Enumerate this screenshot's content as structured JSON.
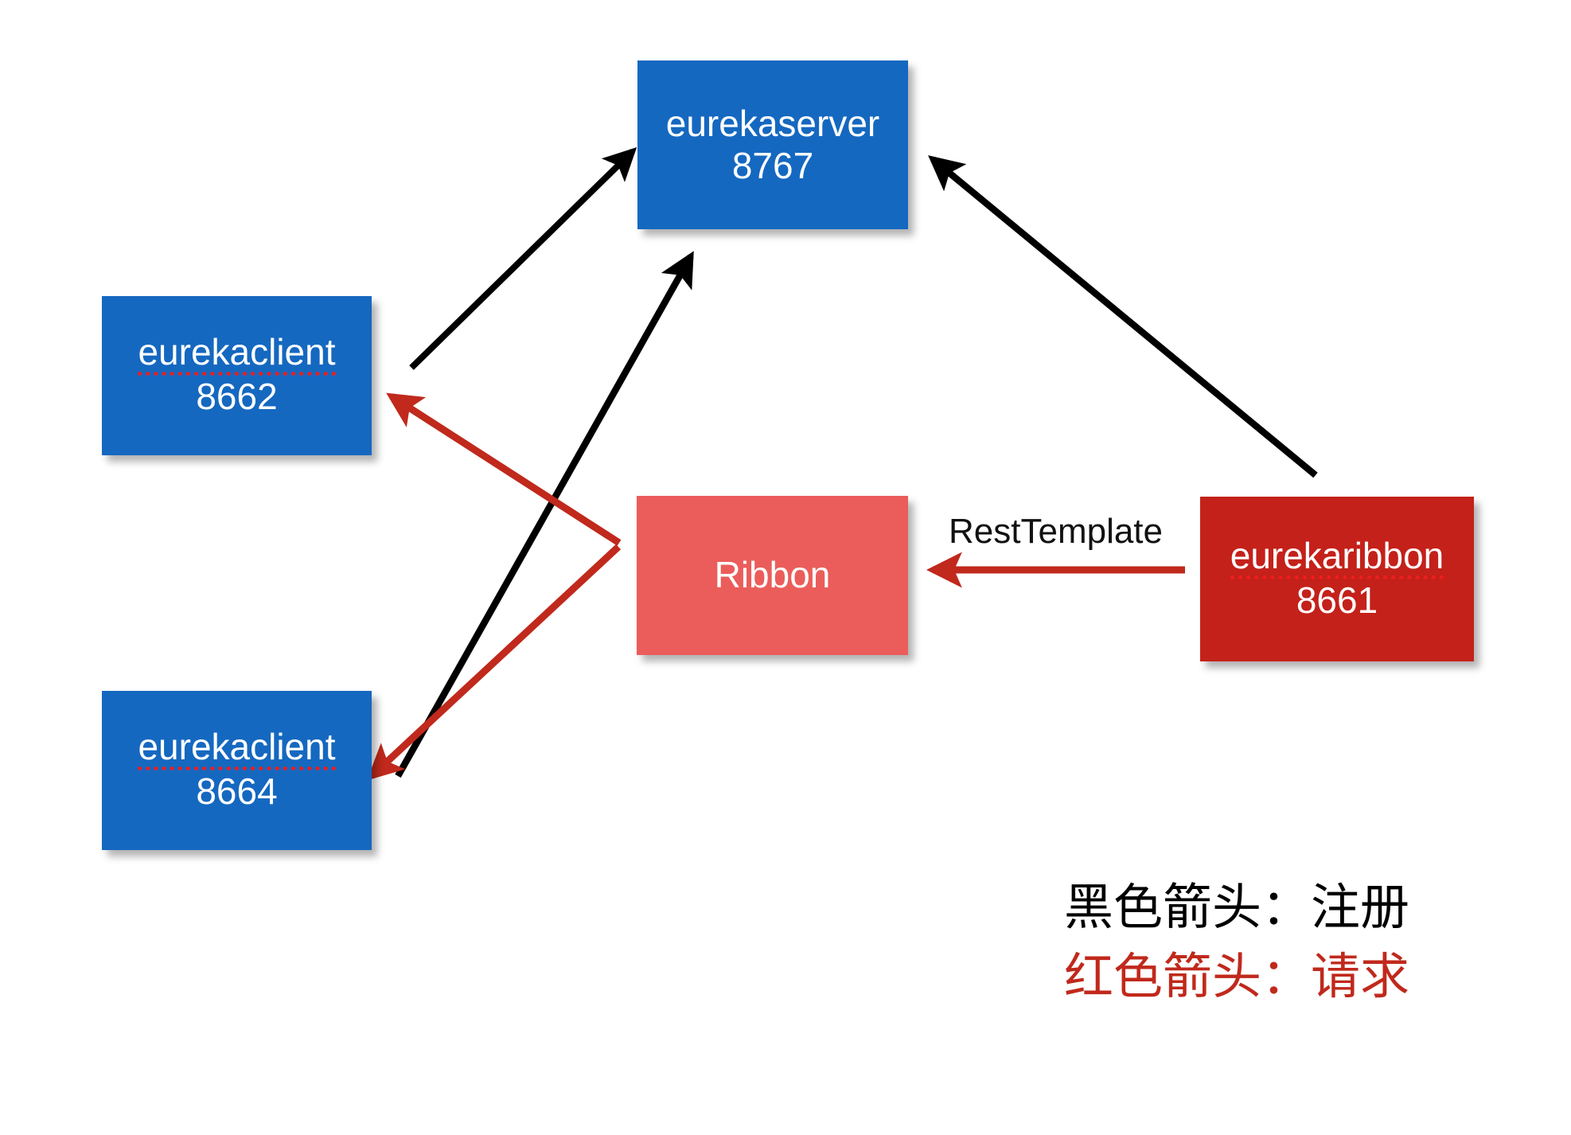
{
  "diagram": {
    "title": "Eureka service registry and Ribbon client-side load balancing",
    "background_color": "#ffffff",
    "colors": {
      "node_blue": "#1568c0",
      "node_coral": "#eb5d5a",
      "node_dark_red": "#c4211a",
      "arrow_black": "#000000",
      "arrow_red": "#c0291c",
      "spellcheck_underline": "#f01d1d",
      "node_text": "#ffffff"
    },
    "nodes": [
      {
        "id": "eurekaserver",
        "name": "eurekaserver",
        "port": "8767",
        "color": "#1568c0",
        "misspelled": false
      },
      {
        "id": "eurekaclient-8662",
        "name": "eurekaclient",
        "port": "8662",
        "color": "#1568c0",
        "misspelled": true
      },
      {
        "id": "eurekaclient-8664",
        "name": "eurekaclient",
        "port": "8664",
        "color": "#1568c0",
        "misspelled": true
      },
      {
        "id": "ribbon",
        "name": "Ribbon",
        "port": "",
        "color": "#eb5d5a",
        "misspelled": false
      },
      {
        "id": "eurekaribbon",
        "name": "eurekaribbon",
        "port": "8661",
        "color": "#c4211a",
        "misspelled": true
      }
    ],
    "edges": [
      {
        "from": "eurekaclient-8662",
        "to": "eurekaserver",
        "color": "#000000",
        "kind": "register",
        "label": ""
      },
      {
        "from": "eurekaclient-8664",
        "to": "eurekaserver",
        "color": "#000000",
        "kind": "register",
        "label": ""
      },
      {
        "from": "eurekaribbon",
        "to": "eurekaserver",
        "color": "#000000",
        "kind": "register",
        "label": ""
      },
      {
        "from": "ribbon",
        "to": "eurekaclient-8662",
        "color": "#c0291c",
        "kind": "request",
        "label": ""
      },
      {
        "from": "ribbon",
        "to": "eurekaclient-8664",
        "color": "#c0291c",
        "kind": "request",
        "label": ""
      },
      {
        "from": "eurekaribbon",
        "to": "ribbon",
        "color": "#c0291c",
        "kind": "request",
        "label": "RestTemplate"
      }
    ],
    "edge_labels": {
      "rest_template": "RestTemplate"
    },
    "legend": {
      "black_arrow": "黑色箭头：注册",
      "red_arrow": "红色箭头：请求"
    }
  }
}
